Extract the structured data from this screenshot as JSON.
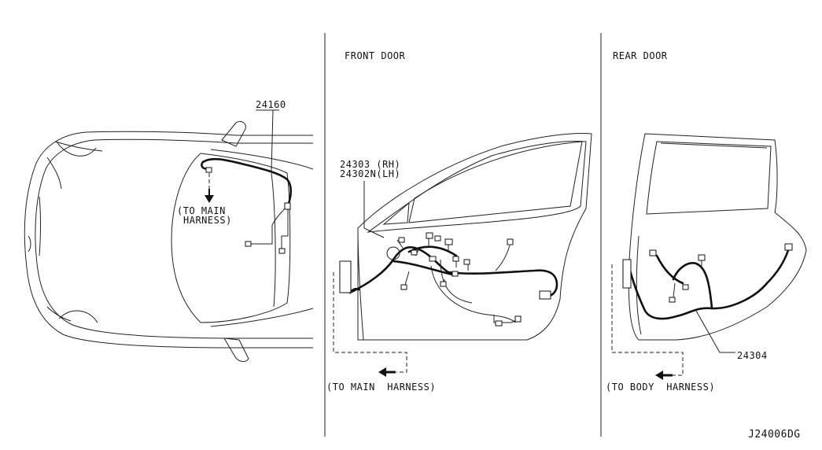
{
  "labels": {
    "front_door": "FRONT DOOR",
    "rear_door": "REAR DOOR",
    "part_24160": "24160",
    "to_main_1": "(TO MAIN",
    "harness_1": "HARNESS)",
    "part_24303": "24303 (RH)",
    "part_24302n": "24302N(LH)",
    "to_main_harness": "(TO MAIN  HARNESS)",
    "part_24304": "24304",
    "to_body_harness": "(TO BODY  HARNESS)",
    "diagram_id": "J24006DG"
  },
  "colors": {
    "line": "#111111",
    "background": "#ffffff"
  }
}
